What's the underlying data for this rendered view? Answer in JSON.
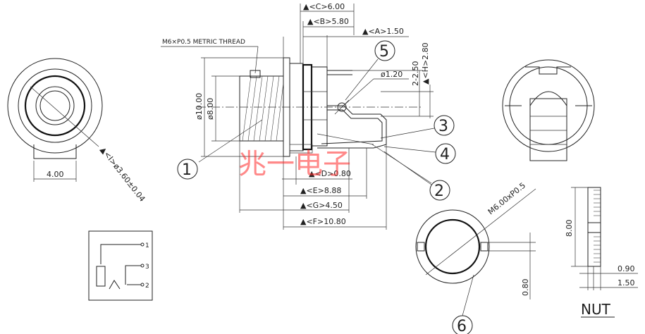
{
  "labels": {
    "thread_note": "M6×P0.5 METRIC THREAD",
    "dim_c": "▲<C>6.00",
    "dim_b": "▲<B>5.80",
    "dim_a": "▲<A>1.50",
    "dim_h": "▲<H>2.80",
    "dim_range": "2-2.50",
    "dim_hole": "ø1.20",
    "dim_d10": "ø10.00",
    "dim_d8": "ø8.00",
    "dim_d": "▲<D>0.80",
    "dim_e": "▲<E>8.88",
    "dim_g": "▲<G>4.50",
    "dim_f": "▲<F>10.80",
    "dim_front_width": "4.00",
    "dim_pin_diam": "▲<I>ø3.60±0.04",
    "dim_nut_thread": "M6.00xP0.5",
    "dim_nut_slot": "0.80",
    "dim_nut_height": "8.00",
    "dim_nut_t1": "0.90",
    "dim_nut_t2": "1.50",
    "nut_caption": "NUT"
  },
  "balloons": [
    "1",
    "2",
    "3",
    "4",
    "5",
    "6"
  ],
  "schematic_pins": [
    "1",
    "3",
    "2"
  ],
  "watermark": "兆一电子"
}
